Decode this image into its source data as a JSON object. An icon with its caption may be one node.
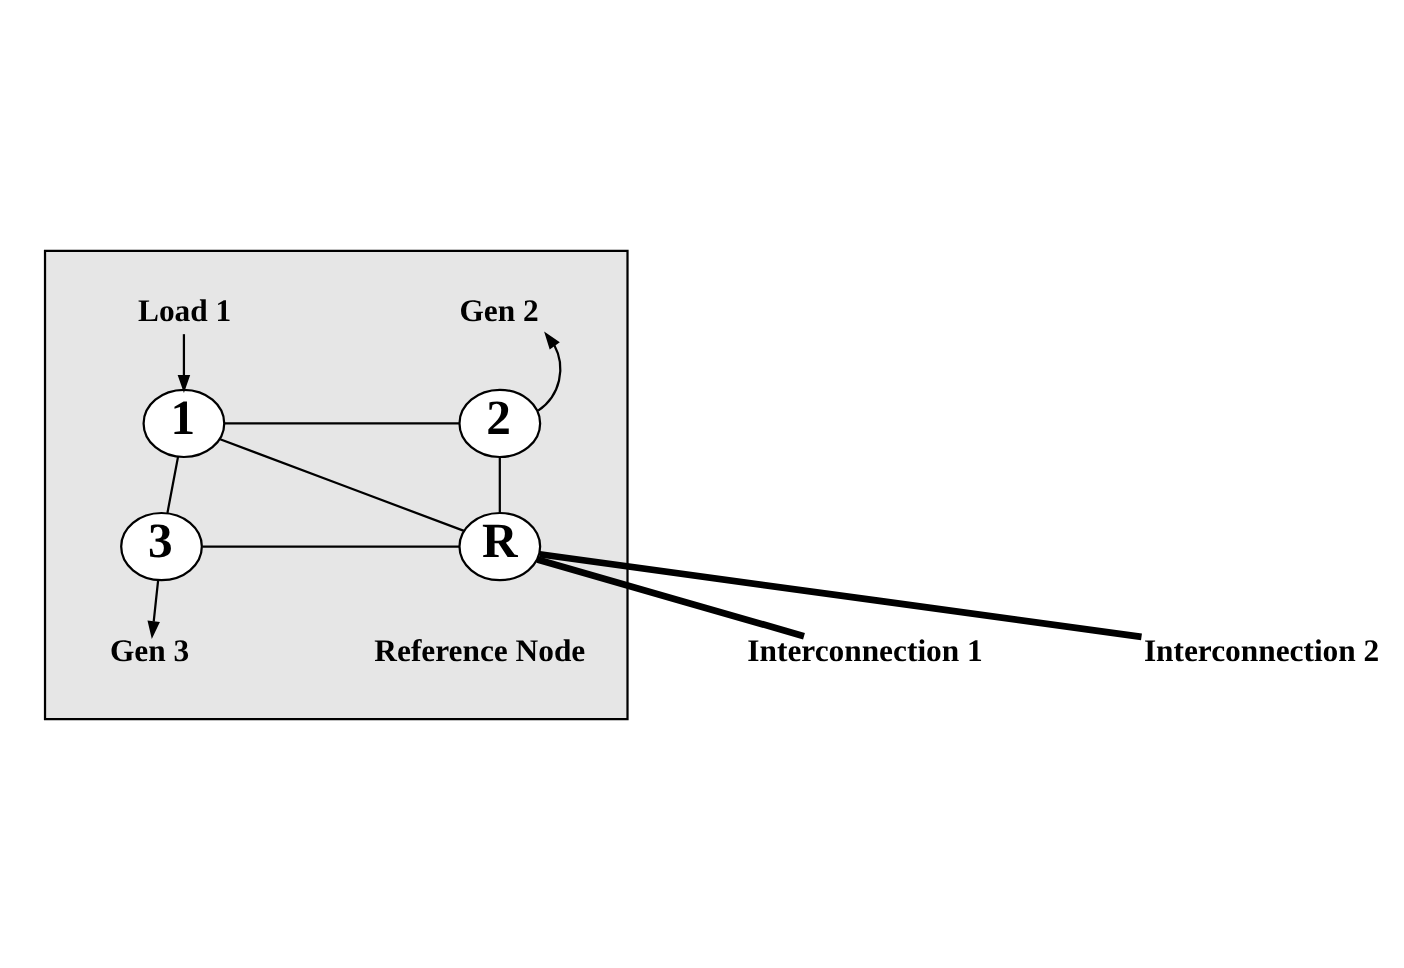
{
  "diagram": {
    "nodes": [
      {
        "text": [],
        "shape": "box"
      },
      {
        "text": [
          "Load 1"
        ],
        "in": 0
      },
      {
        "text": [
          "1"
        ],
        "in": 0
      },
      {
        "text": [
          "2"
        ],
        "in": 0
      },
      {
        "text": [
          "Gen 2"
        ],
        "in": 0
      },
      {
        "text": [
          "3"
        ],
        "in": 0
      },
      {
        "text": [
          "Gen 3"
        ],
        "in": 0
      },
      {
        "text": [
          "R"
        ],
        "in": 0,
        "beside": [
          "Reference Node"
        ]
      },
      {
        "text": [
          "Interconnection 1"
        ]
      },
      {
        "text": [
          "Interconnection 2"
        ]
      }
    ],
    "edges": [
      {
        "from": 1,
        "to": 2,
        "arrow": "to"
      },
      {
        "from": 3,
        "to": 4,
        "arrow": "to"
      },
      {
        "from": 5,
        "to": 6,
        "arrow": "to"
      },
      {
        "from": 2,
        "to": 3,
        "arrow": "none"
      },
      {
        "from": 2,
        "to": 5,
        "arrow": "none"
      },
      {
        "from": 2,
        "to": 7,
        "arrow": "none"
      },
      {
        "from": 3,
        "to": 7,
        "arrow": "none"
      },
      {
        "from": 5,
        "to": 7,
        "arrow": "none"
      },
      {
        "from": 7,
        "to": 8,
        "arrow": "none",
        "style": "thick"
      },
      {
        "from": 7,
        "to": 9,
        "arrow": "none",
        "style": "thick"
      }
    ]
  }
}
